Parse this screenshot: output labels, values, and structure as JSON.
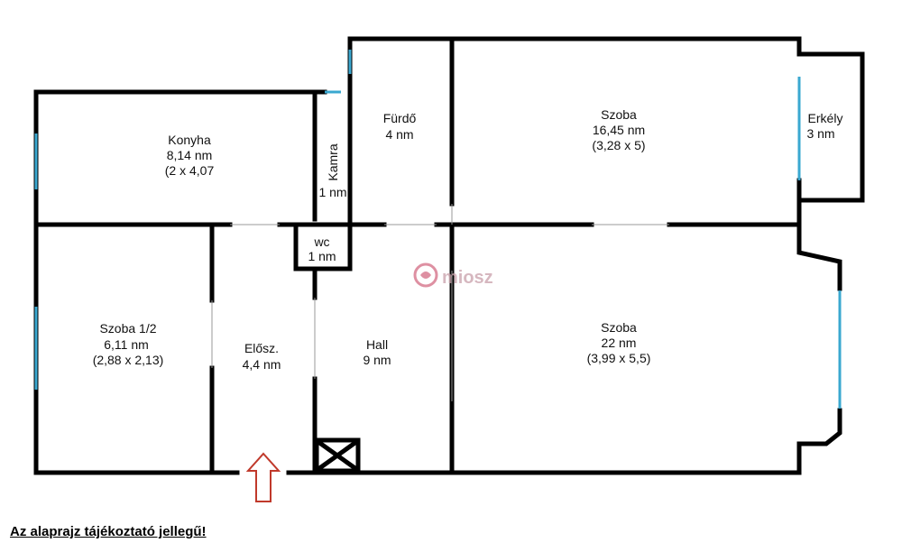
{
  "rooms": {
    "konyha": {
      "name": "Konyha",
      "area": "8,14 nm",
      "dims": "(2 x 4,07"
    },
    "kamra": {
      "name": "Kamra",
      "area": "1 nm"
    },
    "furdo": {
      "name": "Fürdő",
      "area": "4 nm"
    },
    "szoba1": {
      "name": "Szoba",
      "area": "16,45 nm",
      "dims": "(3,28 x 5)"
    },
    "erkely": {
      "name": "Erkély",
      "area": "3 nm"
    },
    "wc": {
      "name": "wc",
      "area": "1 nm"
    },
    "szobahalf": {
      "name": "Szoba 1/2",
      "area": "6,11 nm",
      "dims": "(2,88 x 2,13)"
    },
    "eloszoba": {
      "name": "Elősz.",
      "area": "4,4 nm"
    },
    "hall": {
      "name": "Hall",
      "area": "9 nm"
    },
    "szoba2": {
      "name": "Szoba",
      "area": "22 nm",
      "dims": "(3,99 x 5,5)"
    }
  },
  "watermark": "miosz",
  "footer_note": "Az alaprajz tájékoztató jellegű!",
  "colors": {
    "wall": "#000000",
    "window": "#3aa8d0",
    "entry_arrow": "#c0392b"
  }
}
